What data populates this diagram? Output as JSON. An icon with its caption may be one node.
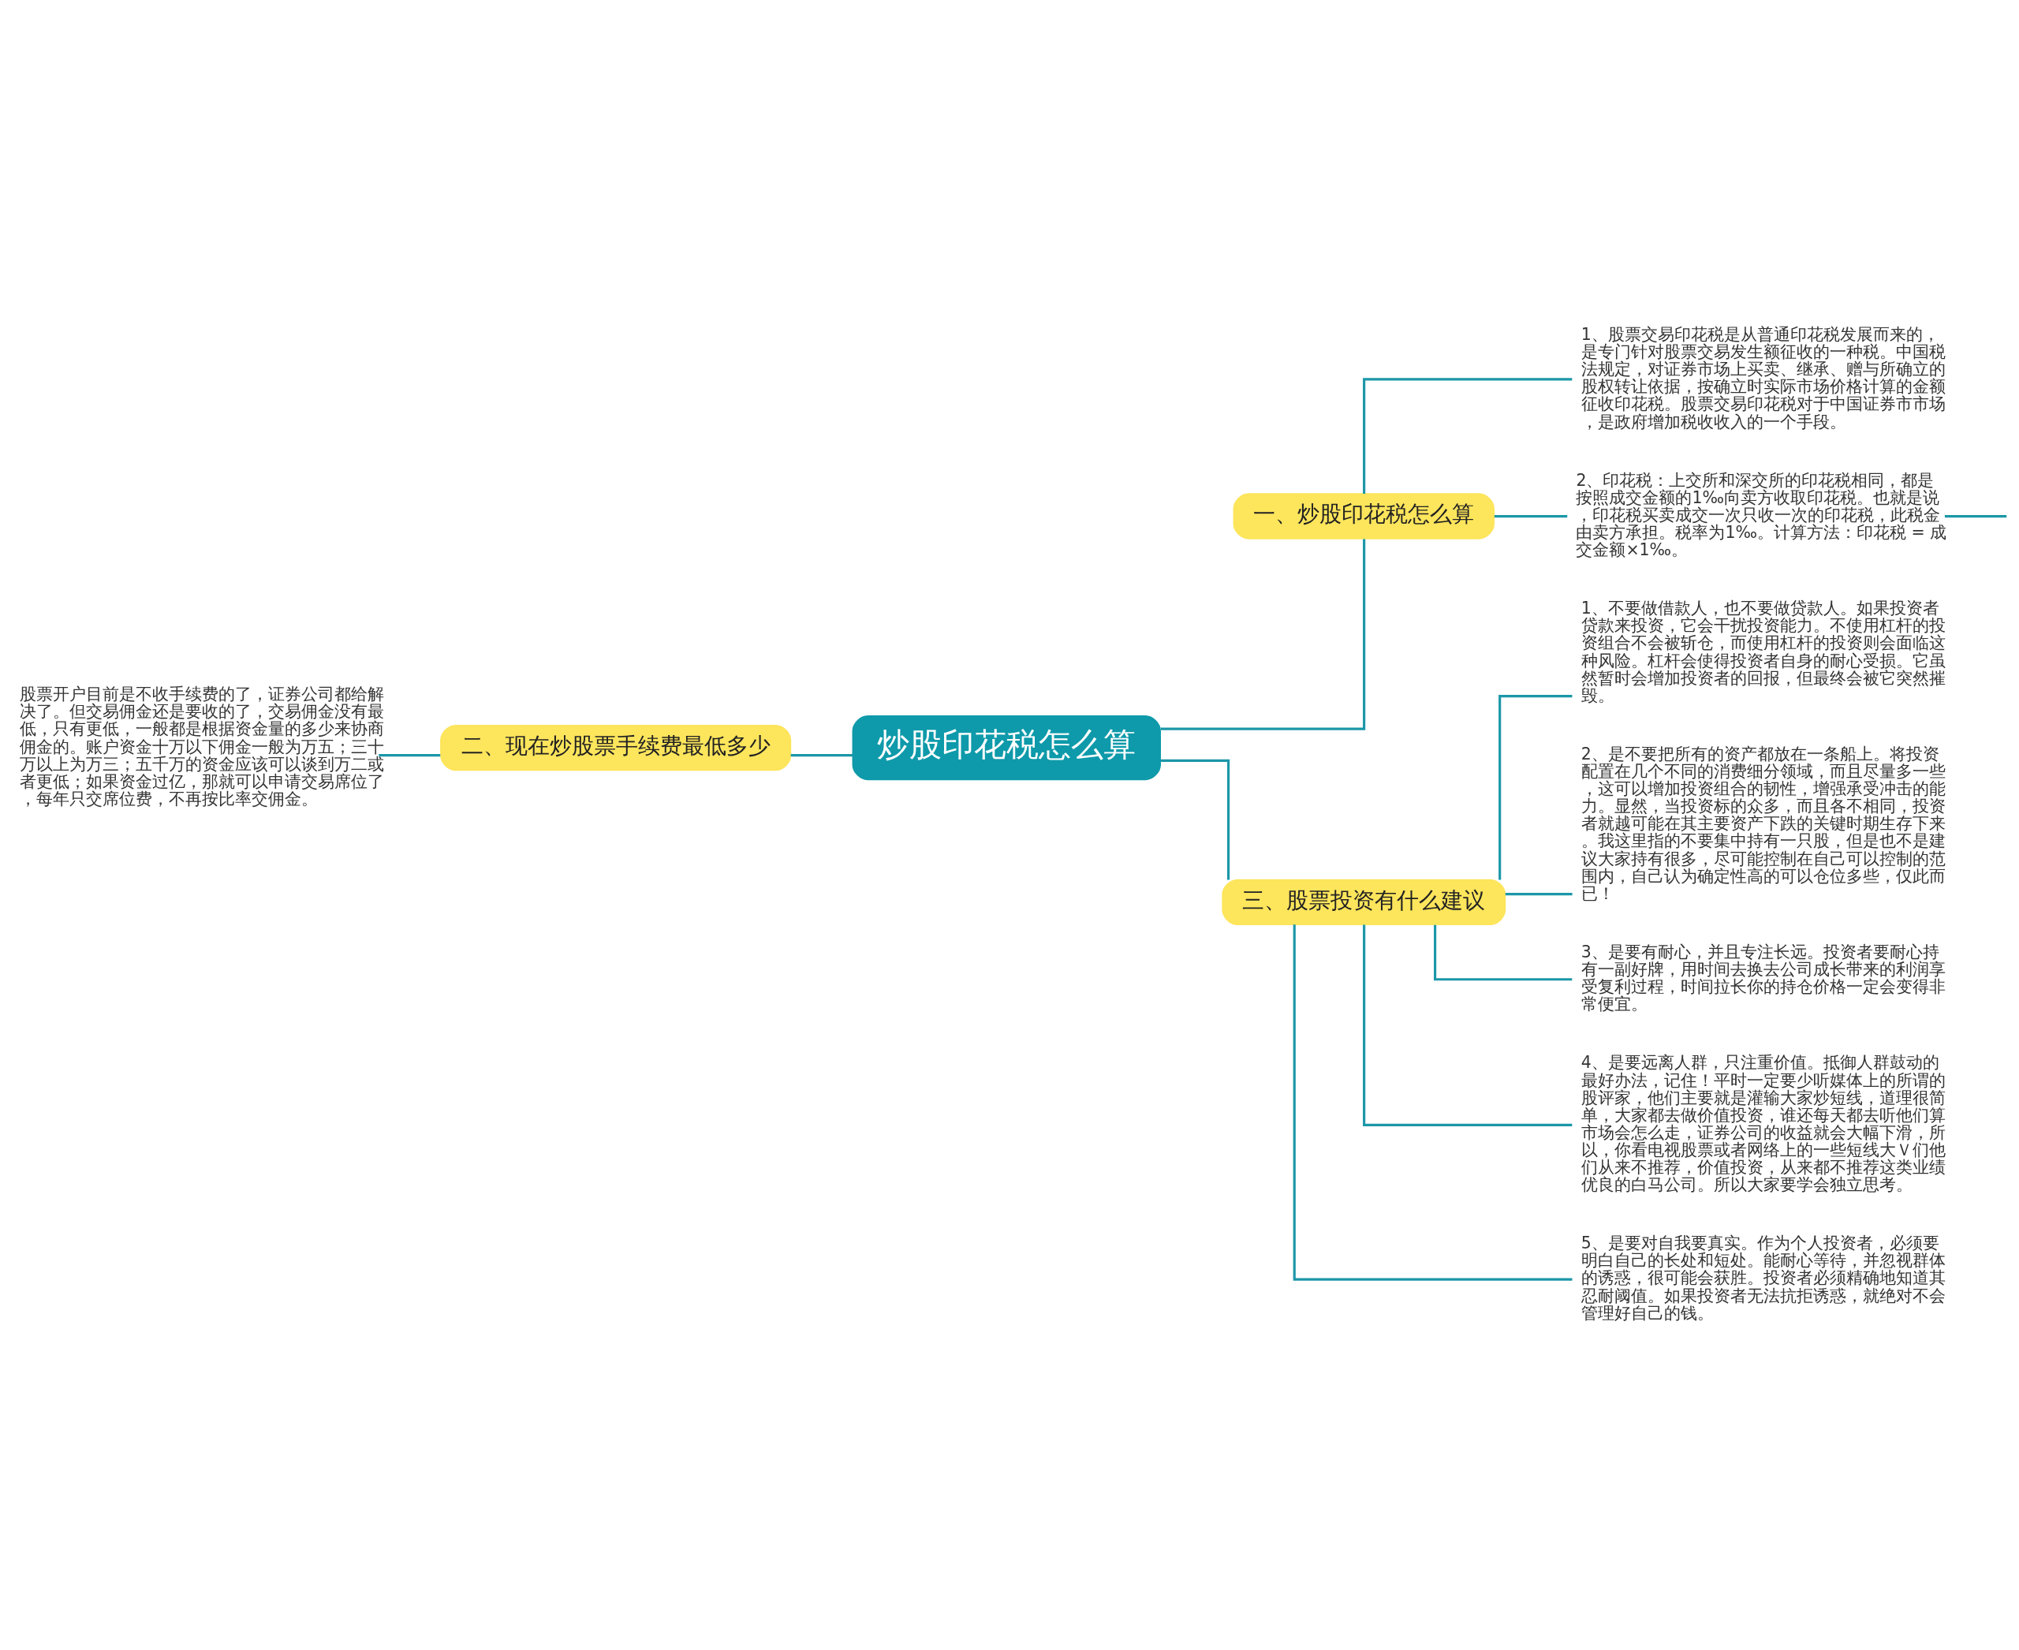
{
  "diagram": {
    "nodes": [
      {
        "text": [
          "炒股印花税怎么算"
        ]
      },
      {
        "text": [
          "一、炒股印花税怎么算"
        ]
      },
      {
        "text": [
          "1、股票交易印花税是从普通印花税发展而来的，是专门针对股票交易发生额征收的一种税。中国税法规定，对证券市场上买卖、继承、赠与所确立的股权转让依据，按确立时实际市场价格计算的金额征收印花税。股票交易印花税对于中国证券市市场，是政府增加税收收入的一个手段。"
        ]
      },
      {
        "text": [
          "2、印花税：上交所和深交所的印花税相同，都是按照成交金额的1‰向卖方收取印花税。也就是说，印花税买卖成交一次只收一次的印花税，此税金由卖方承担。税率为1‰。计算方法：印花税 = 成交金额×1‰。"
        ]
      },
      {
        "text": [
          "二、现在炒股票手续费最低多少"
        ]
      },
      {
        "text": [
          "股票开户目前是不收手续费的了，证券公司都给解决了。但交易佣金还是要收的了，交易佣金没有最低，只有更低，一般都是根据资金量的多少来协商佣金的。账户资金十万以下佣金一般为万五；三十万以上为万三；五千万的资金应该可以谈到万二或者更低；如果资金过亿，那就可以申请交易席位了，每年只交席位费，不再按比率交佣金。"
        ]
      },
      {
        "text": [
          "三、股票投资有什么建议"
        ]
      },
      {
        "text": [
          "1、不要做借款人，也不要做贷款人。如果投资者贷款来投资，它会干扰投资能力。不使用杠杆的投资组合不会被斩仓，而使用杠杆的投资则会面临这种风险。杠杆会使得投资者自身的耐心受损。它虽然暂时会增加投资者的回报，但最终会被它突然摧毁。"
        ]
      },
      {
        "text": [
          "2、是不要把所有的资产都放在一条船上。将投资配置在几个不同的消费细分领域，而且尽量多一些，这可以增加投资组合的韧性，增强承受冲击的能力。显然，当投资标的众多，而且各不相同，投资者就越可能在其主要资产下跌的关键时期生存下来。我这里指的不要集中持有一只股，但是也不是建议大家持有很多，尽可能控制在自己可以控制的范围内，自己认为确定性高的可以仓位多些，仅此而已！"
        ]
      },
      {
        "text": [
          "3、是要有耐心，并且专注长远。投资者要耐心持有一副好牌，用时间去换去公司成长带来的利润享受复利过程，时间拉长你的持仓价格一定会变得非常便宜。"
        ]
      },
      {
        "text": [
          "4、是要远离人群，只注重价值。抵御人群鼓动的最好办法，记住！平时一定要少听媒体上的所谓的股评家，他们主要就是灌输大家炒短线，道理很简单，大家都去做价值投资，谁还每天都去听他们算市场会怎么走，证券公司的收益就会大幅下滑，所以，你看电视股票或者网络上的一些短线大Ｖ们他们从来不推荐，价值投资，从来都不推荐这类业绩优良的白马公司。所以大家要学会独立思考。"
        ]
      },
      {
        "text": [
          "5、是要对自我要真实。作为个人投资者，必须要明白自己的长处和短处。能耐心等待，并忽视群体的诱惑，很可能会获胜。投资者必须精确地知道其忍耐阈值。如果投资者无法抗拒诱惑，就绝对不会管理好自己的钱。"
        ]
      }
    ],
    "edges": [
      {
        "from": 0,
        "to": 1,
        "arrow": "none"
      },
      {
        "from": 1,
        "to": 2,
        "arrow": "none"
      },
      {
        "from": 1,
        "to": 3,
        "arrow": "none"
      },
      {
        "from": 3,
        "to": null,
        "arrow": "none"
      },
      {
        "from": 0,
        "to": 4,
        "arrow": "none"
      },
      {
        "from": 4,
        "to": 5,
        "arrow": "none"
      },
      {
        "from": 0,
        "to": 6,
        "arrow": "none"
      },
      {
        "from": 6,
        "to": 7,
        "arrow": "none"
      },
      {
        "from": 6,
        "to": 8,
        "arrow": "none"
      },
      {
        "from": 6,
        "to": 9,
        "arrow": "none"
      },
      {
        "from": 6,
        "to": 10,
        "arrow": "none"
      },
      {
        "from": 6,
        "to": 11,
        "arrow": "none"
      }
    ]
  }
}
